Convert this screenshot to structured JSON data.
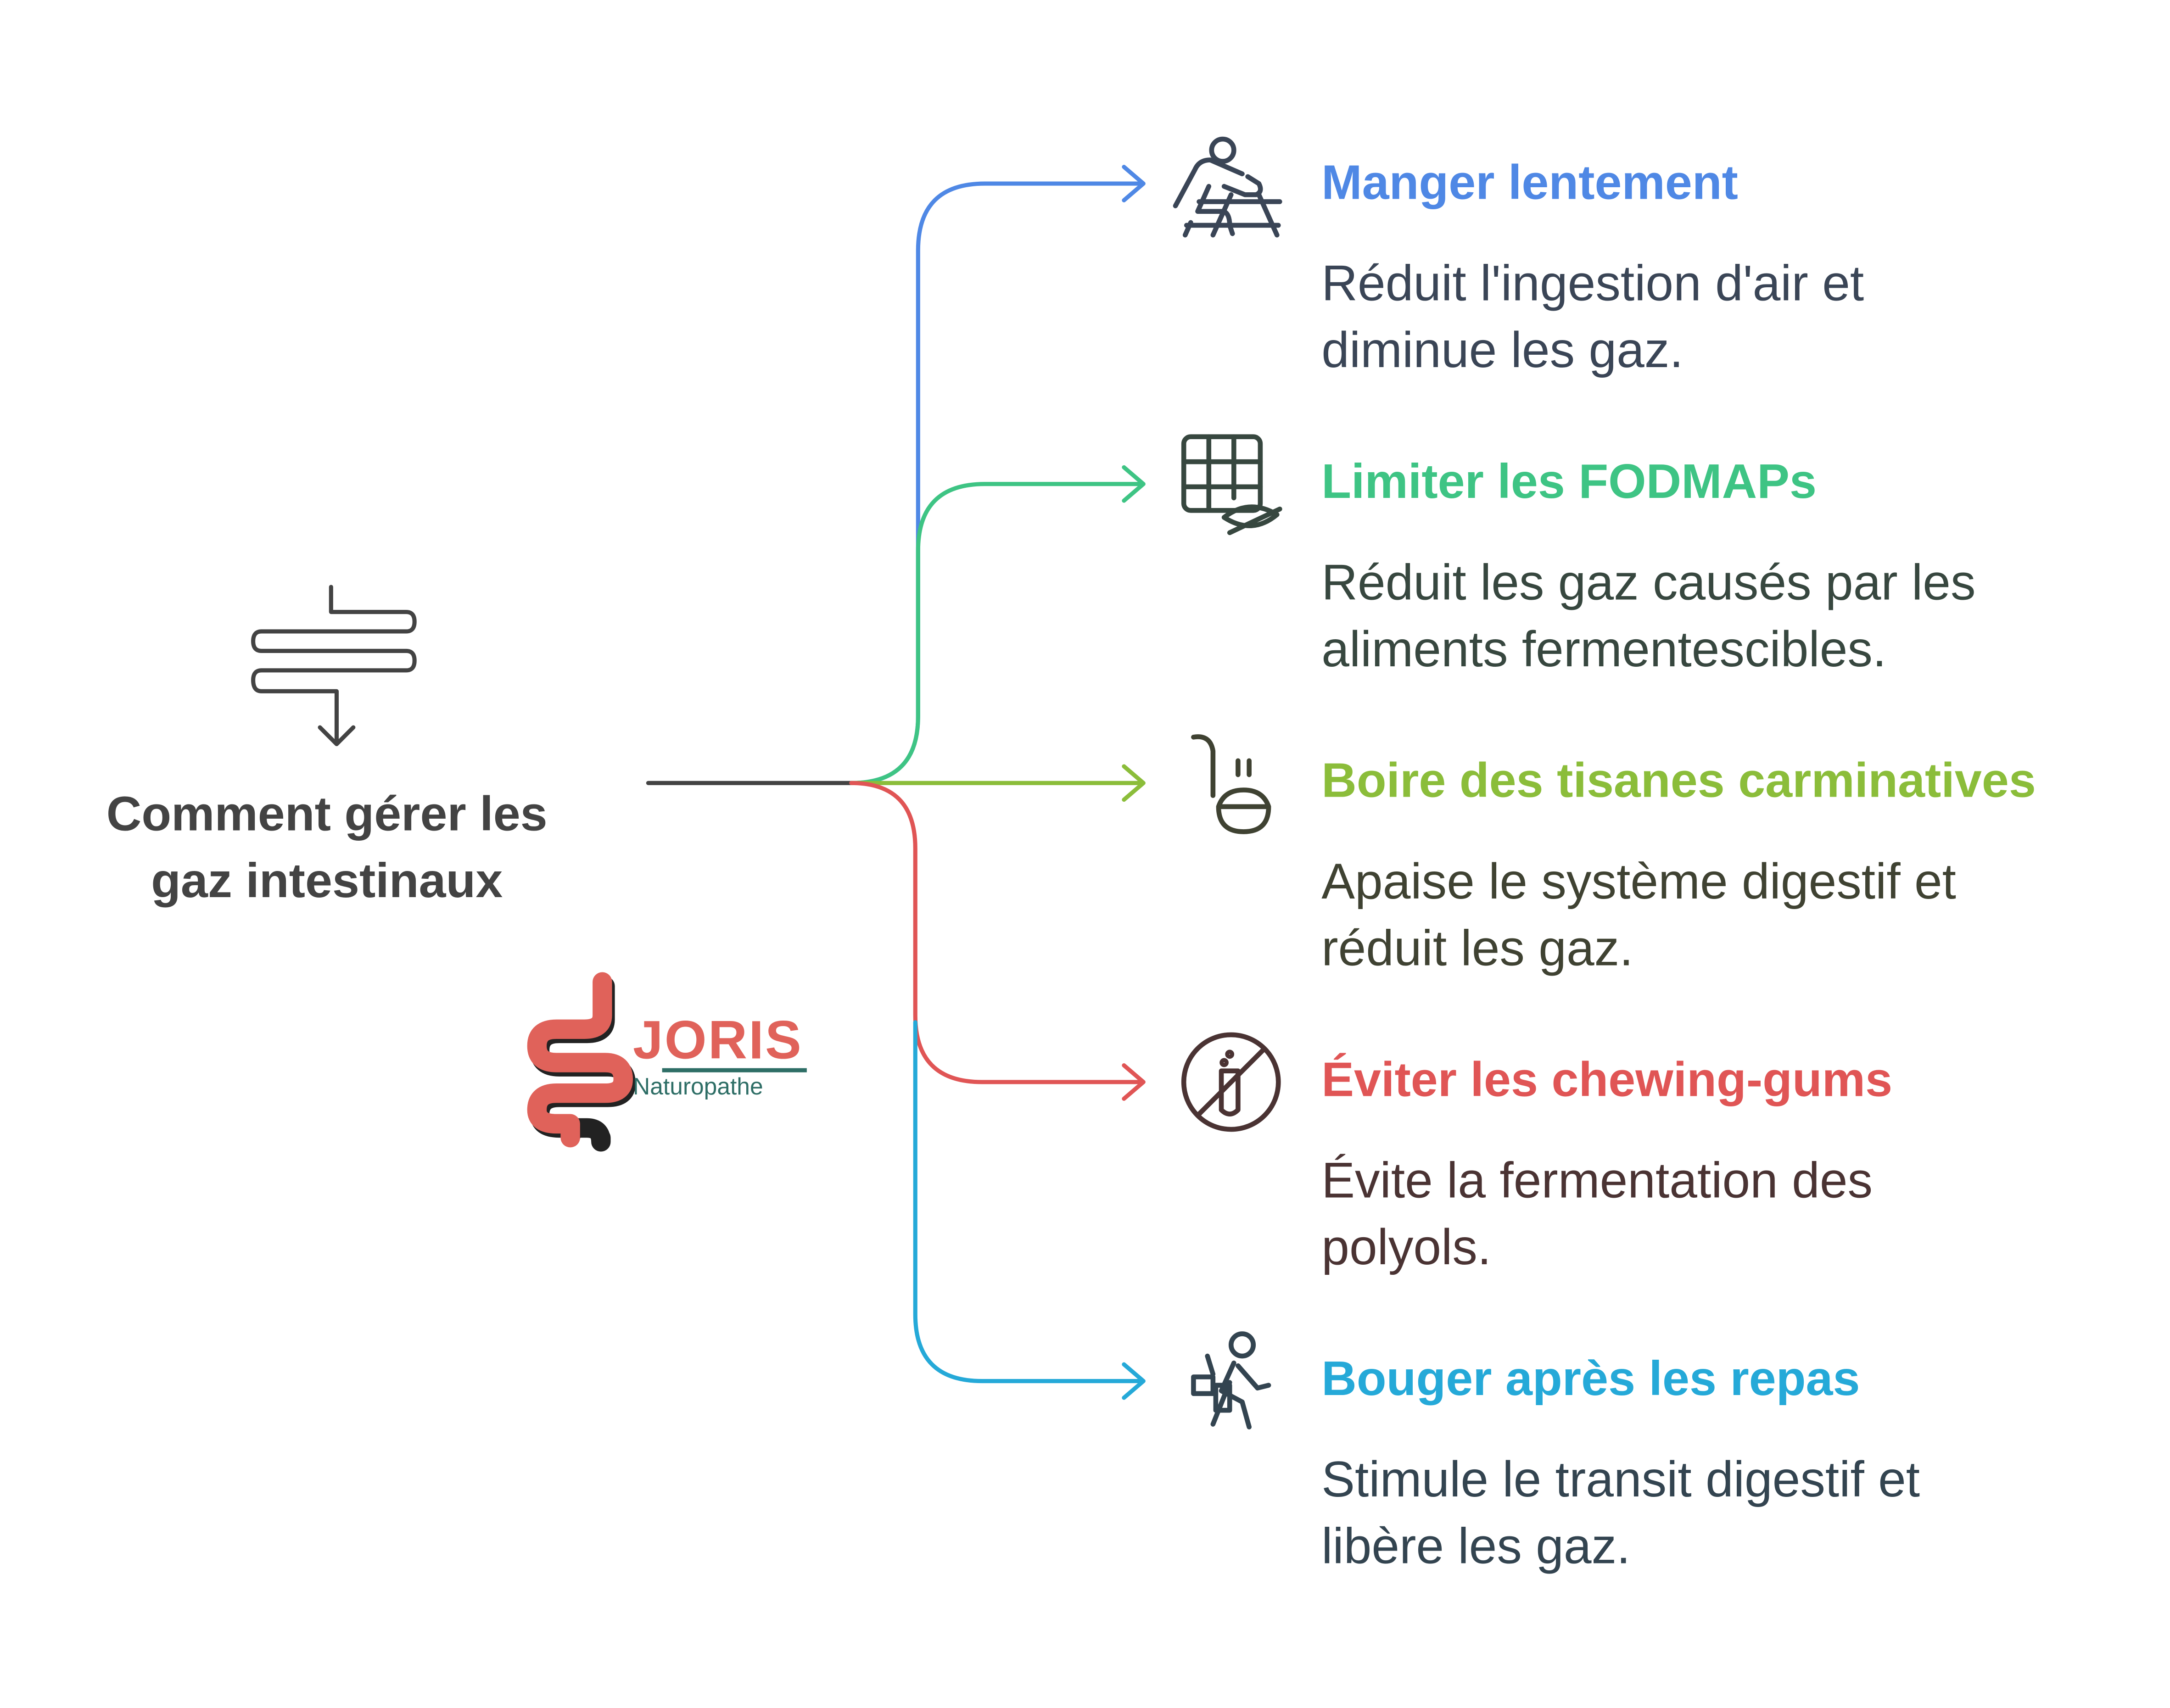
{
  "title": {
    "line1": "Comment gérer les",
    "line2": "gaz intestinaux"
  },
  "logo": {
    "name": "JORIS",
    "subtitle": "Naturopathe"
  },
  "items": [
    {
      "title": "Manger lentement",
      "desc1": "Réduit l'ingestion d'air et",
      "desc2": "diminue les gaz.",
      "color": "#4f88e5",
      "text_color": "#3a4556",
      "icon": "person-eating-at-table-icon"
    },
    {
      "title": "Limiter les FODMAPs",
      "desc1": "Réduit les gaz causés par les",
      "desc2": "aliments fermentescibles.",
      "color": "#3ec484",
      "text_color": "#37473f",
      "icon": "grid-with-slashed-eye-icon"
    },
    {
      "title": "Boire des tisanes carminatives",
      "desc1": "Apaise le système digestif et",
      "desc2": "réduit les gaz.",
      "color": "#8bbd3a",
      "text_color": "#3f4232",
      "icon": "ladle-steam-icon"
    },
    {
      "title": "Éviter les chewing-gums",
      "desc1": "Évite la fermentation des",
      "desc2": "polyols.",
      "color": "#e05555",
      "text_color": "#4a3333",
      "icon": "no-chewing-gum-icon"
    },
    {
      "title": "Bouger après les repas",
      "desc1": "Stimule le transit digestif et",
      "desc2": "libère les gaz.",
      "color": "#25a9d8",
      "text_color": "#334450",
      "icon": "person-walking-icon"
    }
  ]
}
